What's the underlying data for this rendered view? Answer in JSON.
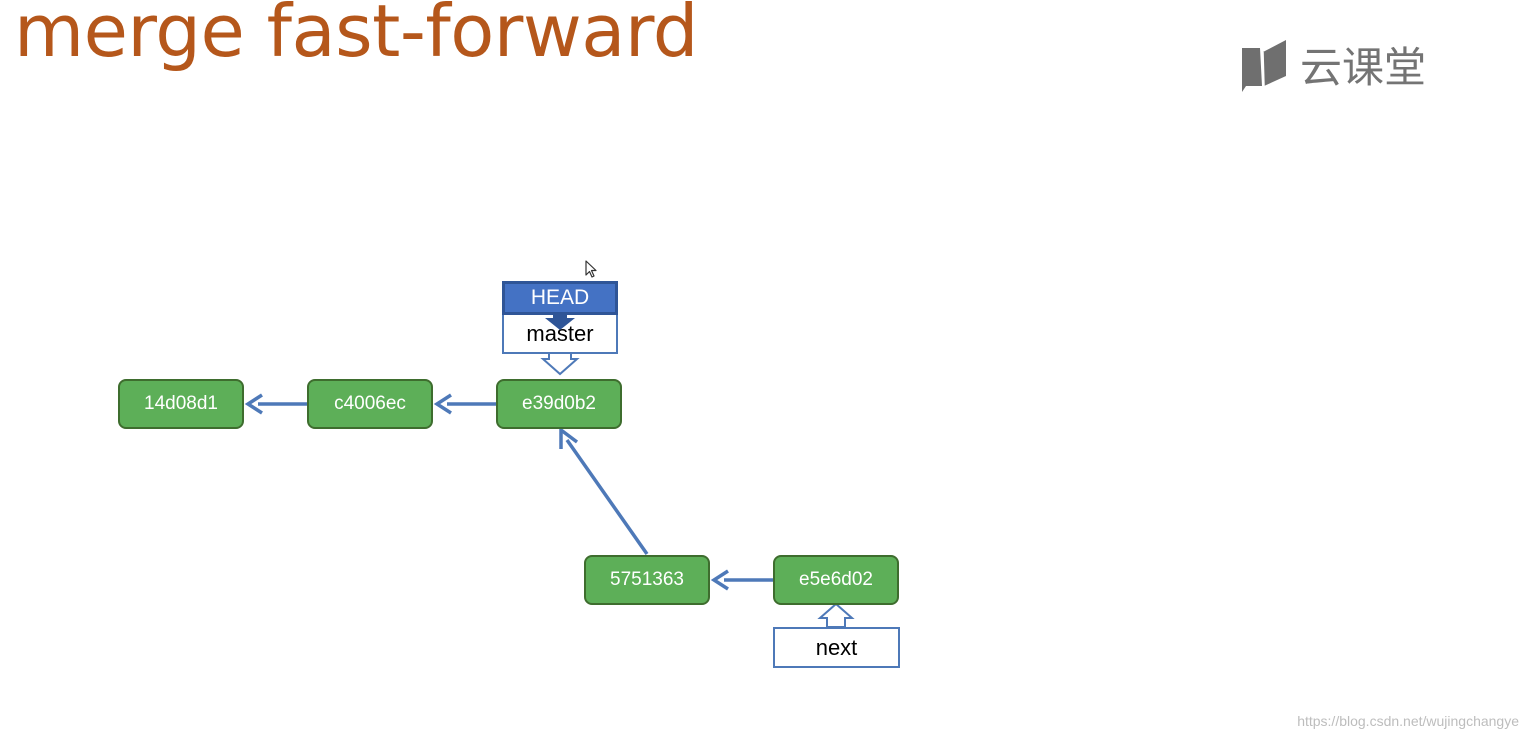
{
  "title": "merge fast-forward",
  "logo": {
    "icon": "book-icon",
    "text": "云课堂"
  },
  "diagram": {
    "commits": [
      {
        "id": "14d08d1"
      },
      {
        "id": "c4006ec"
      },
      {
        "id": "e39d0b2"
      },
      {
        "id": "5751363"
      },
      {
        "id": "e5e6d02"
      }
    ],
    "refs": {
      "head": "HEAD",
      "master": "master",
      "next": "next"
    }
  },
  "watermark": "https://blog.csdn.net/wujingchangye",
  "colors": {
    "title": "#b5571b",
    "commit_fill": "#5daf58",
    "commit_border": "#3e6d2e",
    "arrow": "#4e79b8",
    "head_fill": "#4472c4",
    "logo_gray": "#6f6f6f"
  }
}
